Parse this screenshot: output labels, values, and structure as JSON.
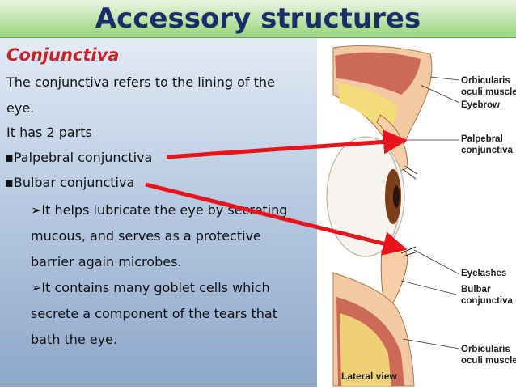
{
  "slide": {
    "title": "Accessory structures",
    "subheading": "Conjunctiva",
    "lines": [
      "The conjunctiva refers to the lining of the",
      "eye.",
      "It has 2 parts",
      "Palpebral conjunctiva",
      "Bulbar conjunctiva",
      "It helps lubricate the eye by secreting",
      "mucous, and serves as a protective",
      "barrier again microbes.",
      "It contains many goblet cells which",
      "secrete a component of the tears that",
      "bath the eye."
    ],
    "bullet_glyph": "▪",
    "arrow_glyph": "➢"
  },
  "figure": {
    "labels": {
      "orbicularis_top_1": "Orbicularis",
      "orbicularis_top_2": "oculi muscle",
      "eyebrow": "Eyebrow",
      "palpebral_1": "Palpebral",
      "palpebral_2": "conjunctiva",
      "eyelashes": "Eyelashes",
      "bulbar_1": "Bulbar",
      "bulbar_2": "conjunctiva",
      "orbicularis_bottom_1": "Orbicularis",
      "orbicularis_bottom_2": "oculi muscle",
      "view": "Lateral view"
    }
  },
  "colors": {
    "title_text": "#1a2d6b",
    "subheading": "#c3252a",
    "pointer_arrow": "#e8141b"
  }
}
